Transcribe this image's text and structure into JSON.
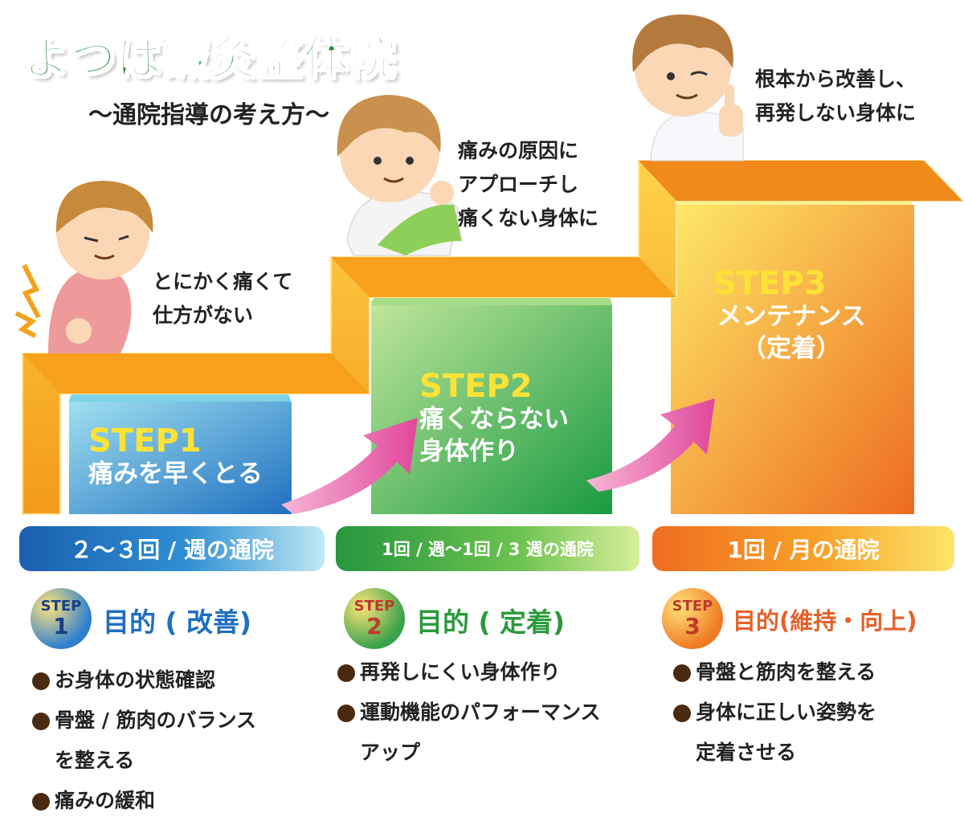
{
  "title": "よつば鍼灸整体院",
  "subtitle": "〜通院指導の考え方〜",
  "speech": {
    "step1": "とにかく痛くて\n仕方がない",
    "step2": "痛みの原因に\nアプローチし\n痛くない身体に",
    "step3": "根本から改善し、\n再発しない身体に"
  },
  "steps": [
    {
      "label": "STEP1",
      "name": "痛みを早くとる",
      "frequency": "２〜３回 / 週の通院",
      "badge_top": "STEP",
      "badge_num": "1",
      "purpose": "目的 ( 改善)",
      "color": "#1f6fc0",
      "bullets": [
        "お身体の状態確認",
        "骨盤 / 筋肉のバランス\nを整える",
        "痛みの緩和"
      ]
    },
    {
      "label": "STEP2",
      "name": "痛くならない\n身体作り",
      "frequency": "1回 / 週〜1回 / 3 週の通院",
      "badge_top": "STEP",
      "badge_num": "2",
      "purpose": "目的 ( 定着)",
      "color": "#2a9a3c",
      "bullets": [
        "再発しにくい身体作り",
        "運動機能のパフォーマンス\nアップ"
      ]
    },
    {
      "label": "STEP3",
      "name": "メンテナンス\n（定着）",
      "frequency": "1回 / 月の通院",
      "badge_top": "STEP",
      "badge_num": "3",
      "purpose": "目的(維持・向上)",
      "color": "#e6612a",
      "bullets": [
        "骨盤と筋肉を整える",
        "身体に正しい姿勢を\n定着させる"
      ]
    }
  ],
  "colors": {
    "step_label_yellow": "#ffe236",
    "stairs": "#f7b532",
    "arrow": "#e85b9f",
    "bullet_dot": "#4a2a10"
  }
}
